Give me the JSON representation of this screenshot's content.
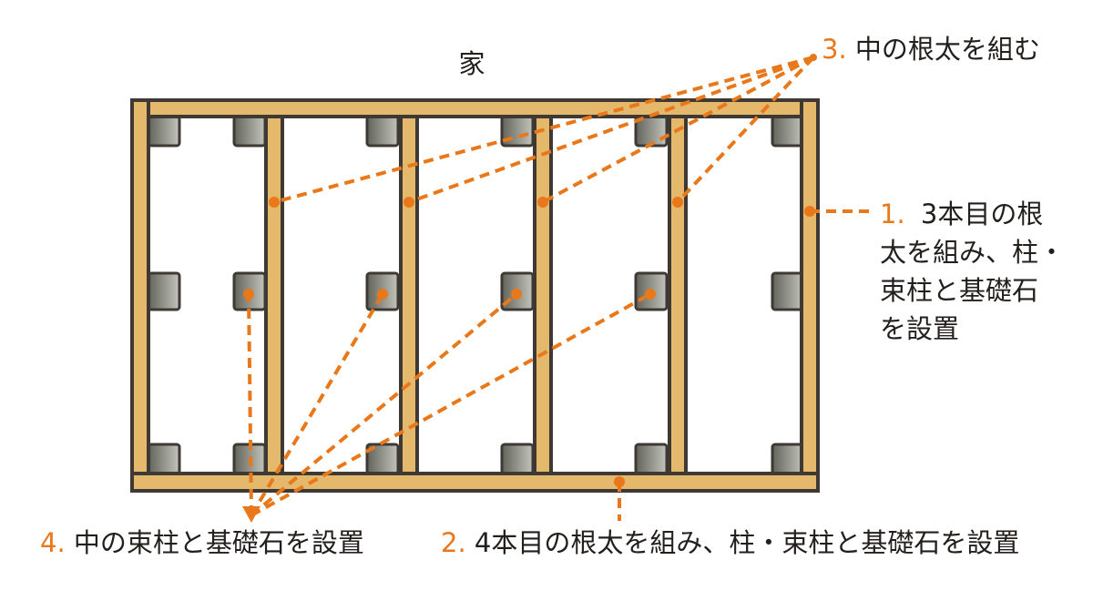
{
  "title": "家",
  "colors": {
    "wood": "#e4b96c",
    "outline": "#3f3935",
    "leader": "#e8781a",
    "stone_dark": "#62645b",
    "stone_light": "#c3c5bc"
  },
  "steps": [
    {
      "num": "1.",
      "lines": [
        "3本目の根",
        "太を組み、柱・",
        "束柱と基礎石",
        "を設置"
      ]
    },
    {
      "num": "2.",
      "text": "4本目の根太を組み、柱・束柱と基礎石を設置"
    },
    {
      "num": "3.",
      "text": "中の根太を組む"
    },
    {
      "num": "4.",
      "text": "中の束柱と基礎石を設置"
    }
  ]
}
